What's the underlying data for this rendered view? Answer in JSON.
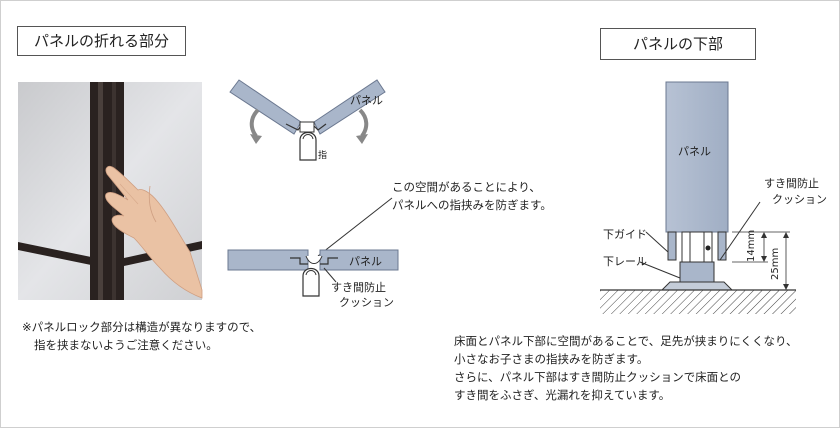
{
  "left_section": {
    "title": "パネルの折れる部分",
    "fold_diagram": {
      "panel_label": "パネル",
      "finger_label": "指"
    },
    "callout": {
      "line1": "この空間があることにより、",
      "line2": "パネルへの指挟みを防ぎます。"
    },
    "flat_diagram": {
      "panel_label": "パネル",
      "cushion_line1": "すき間防止",
      "cushion_line2": "クッション"
    },
    "note": {
      "line1": "※パネルロック部分は構造が異なりますので、",
      "line2": "指を挟まないようご注意ください。"
    }
  },
  "right_section": {
    "title": "パネルの下部",
    "panel_label": "パネル",
    "cushion_line1": "すき間防止",
    "cushion_line2": "クッション",
    "lower_guide_label": "下ガイド",
    "lower_rail_label": "下レール",
    "dim_small": "14mm",
    "dim_large": "25mm",
    "description": {
      "line1": "床面とパネル下部に空間があることで、足先が挟まりにくくなり、",
      "line2": "小さなお子さまの指挟みを防ぎます。",
      "line3": "さらに、パネル下部はすき間防止クッションで床面との",
      "line4": "すき間をふさぎ、光漏れを抑えています。"
    }
  },
  "colors": {
    "panel_fill": "#a9b6ca",
    "panel_stroke": "#6b7890",
    "frame_dark": "#2a2220",
    "glass": "#d9dadd"
  }
}
